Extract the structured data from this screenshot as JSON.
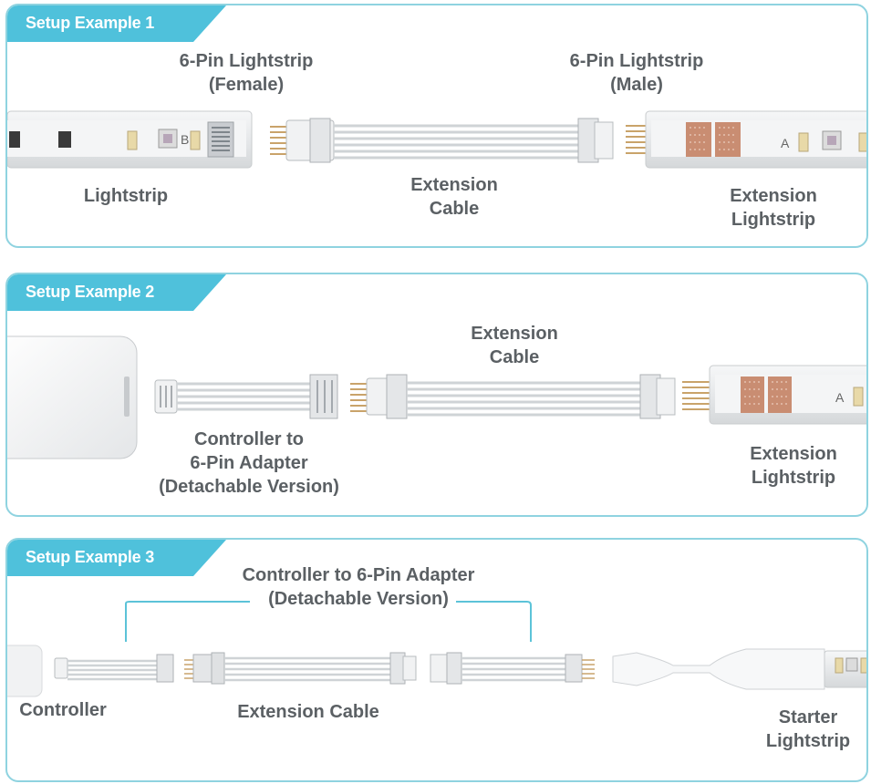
{
  "panel1": {
    "tab": "Setup Example 1",
    "label_female": [
      "6-Pin Lightstrip",
      "(Female)"
    ],
    "label_male": [
      "6-Pin Lightstrip",
      "(Male)"
    ],
    "label_lightstrip": "Lightstrip",
    "label_extension_cable": [
      "Extension",
      "Cable"
    ],
    "label_extension_lightstrip": [
      "Extension",
      "Lightstrip"
    ],
    "marking_b": "B",
    "marking_a": "A"
  },
  "panel2": {
    "tab": "Setup Example 2",
    "label_extension_cable": [
      "Extension",
      "Cable"
    ],
    "label_adapter": [
      "Controller to",
      "6-Pin Adapter",
      "(Detachable Version)"
    ],
    "label_extension_lightstrip": [
      "Extension",
      "Lightstrip"
    ],
    "marking_a": "A"
  },
  "panel3": {
    "tab": "Setup Example 3",
    "label_adapter": [
      "Controller to 6-Pin Adapter",
      "(Detachable Version)"
    ],
    "label_controller": "Controller",
    "label_extension_cable": "Extension Cable",
    "label_starter": [
      "Starter",
      "Lightstrip"
    ]
  },
  "colors": {
    "tab": "#4fc1db",
    "border": "#8fd3e0",
    "text": "#5b6064",
    "copper": "#c98d72",
    "strip": "#eceeef"
  }
}
